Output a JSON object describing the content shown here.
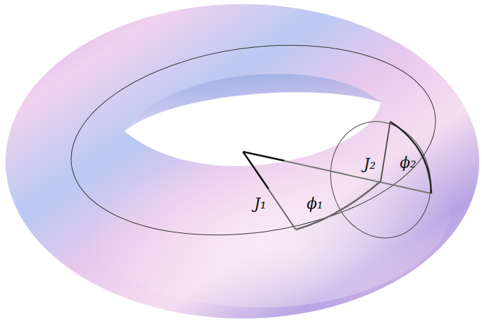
{
  "diagram": {
    "labels": [
      "J₁",
      "ϕ₁",
      "J₂",
      "ϕ₂"
    ]
  }
}
